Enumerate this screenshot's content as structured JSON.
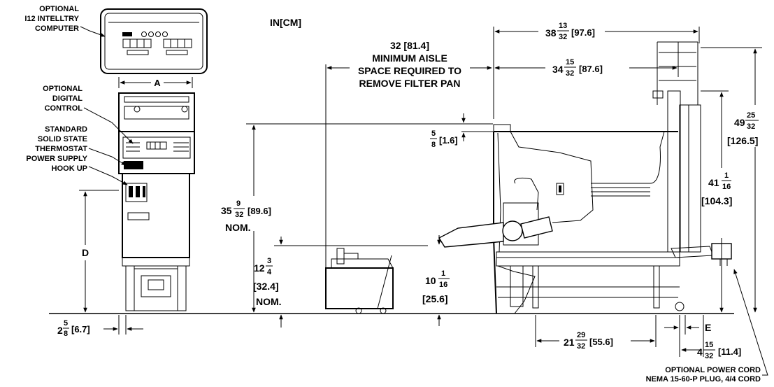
{
  "units": "IN[CM]",
  "front_labels": {
    "computer": [
      "OPTIONAL",
      "I12 INTELLTRY",
      "COMPUTER"
    ],
    "digital": [
      "OPTIONAL",
      "DIGITAL",
      "CONTROL"
    ],
    "thermostat": [
      "STANDARD",
      "SOLID STATE",
      "THERMOSTAT"
    ],
    "power": [
      "POWER SUPPLY",
      "HOOK UP"
    ],
    "dim_a": "A",
    "dim_d": "D",
    "dim_side_whole": "2",
    "dim_side_num": "5",
    "dim_side_den": "8",
    "dim_side_cm": "[6.7]"
  },
  "aisle": {
    "lines": [
      "32 [81.4]",
      "MINIMUM AISLE",
      "SPACE REQUIRED TO",
      "REMOVE FILTER PAN"
    ]
  },
  "dims": {
    "h35_whole": "35",
    "h35_num": "9",
    "h35_den": "32",
    "h35_cm": "[89.6]",
    "h35_nom": "NOM.",
    "h12_whole": "12",
    "h12_num": "3",
    "h12_den": "4",
    "h12_cm": "[32.4]",
    "h12_nom": "NOM.",
    "h58_num": "5",
    "h58_den": "8",
    "h58_cm": "[1.6]",
    "h10_whole": "10",
    "h10_num": "1",
    "h10_den": "16",
    "h10_cm": "[25.6]",
    "w38_whole": "38",
    "w38_num": "13",
    "w38_den": "32",
    "w38_cm": "[97.6]",
    "w34_whole": "34",
    "w34_num": "15",
    "w34_den": "32",
    "w34_cm": "[87.6]",
    "h49_whole": "49",
    "h49_num": "25",
    "h49_den": "32",
    "h49_cm": "[126.5]",
    "h41_whole": "41",
    "h41_num": "1",
    "h41_den": "16",
    "h41_cm": "[104.3]",
    "w21_whole": "21",
    "w21_num": "29",
    "w21_den": "32",
    "w21_cm": "[55.6]",
    "w4_whole": "4",
    "w4_num": "15",
    "w4_den": "32",
    "w4_cm": "[11.4]",
    "dim_e": "E"
  },
  "cord": [
    "OPTIONAL POWER CORD",
    "NEMA 15-60-P PLUG, 4/4 CORD"
  ]
}
